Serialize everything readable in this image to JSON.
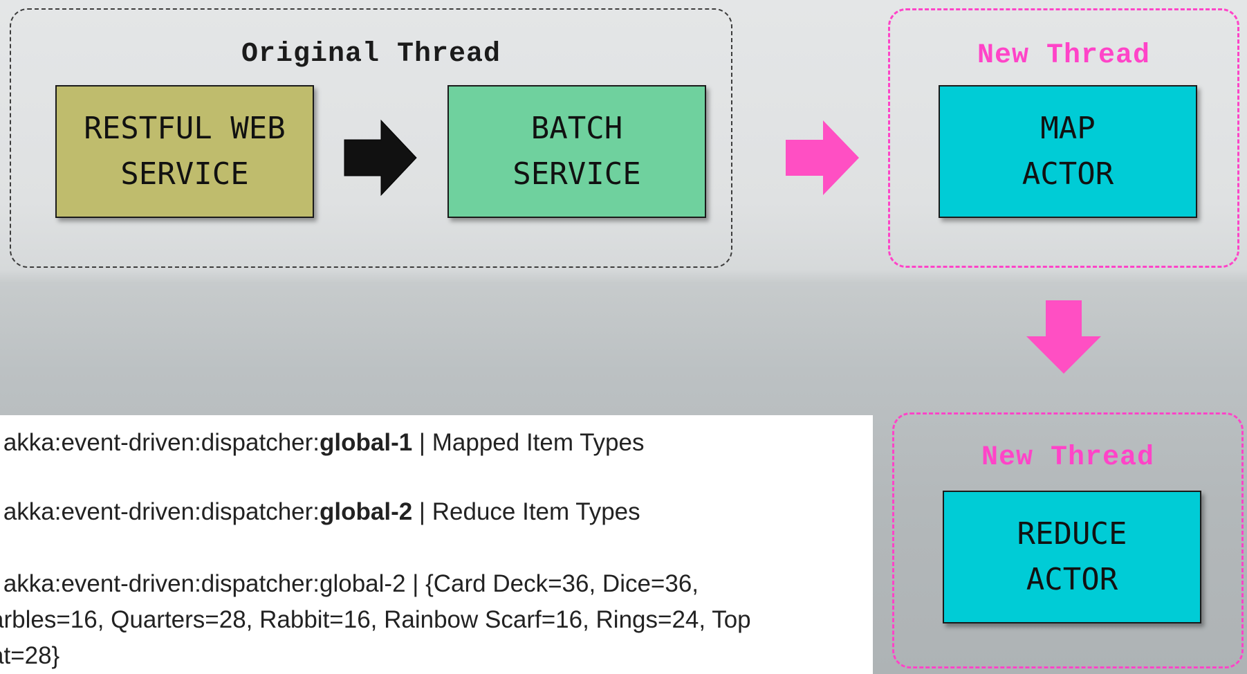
{
  "groups": {
    "original": {
      "title": "Original Thread"
    },
    "new_thread_1": {
      "title": "New Thread"
    },
    "new_thread_2": {
      "title": "New Thread"
    }
  },
  "boxes": {
    "restful": {
      "line1": "RESTFUL WEB",
      "line2": "SERVICE",
      "color": "#bfbc6d"
    },
    "batch": {
      "line1": "BATCH",
      "line2": "SERVICE",
      "color": "#6fd19e"
    },
    "map": {
      "line1": "MAP",
      "line2": "ACTOR",
      "color": "#00ccd6"
    },
    "reduce": {
      "line1": "REDUCE",
      "line2": "ACTOR",
      "color": "#00ccd6"
    }
  },
  "arrows": {
    "black_color": "#111111",
    "pink_color": "#ff4fc3"
  },
  "log": {
    "line1": {
      "prefix": "| akka:event-driven:dispatcher:",
      "bold": "global-1",
      "suffix": " | Mapped Item Types"
    },
    "line2": {
      "prefix": "| akka:event-driven:dispatcher:",
      "bold": "global-2",
      "suffix": " | Reduce Item Types"
    },
    "line3": {
      "text1": "| akka:event-driven:dispatcher:global-2 | {Card Deck=36, Dice=36,",
      "text2": "arbles=16, Quarters=28, Rabbit=16, Rainbow Scarf=16, Rings=24, Top",
      "text3": "at=28}"
    }
  }
}
